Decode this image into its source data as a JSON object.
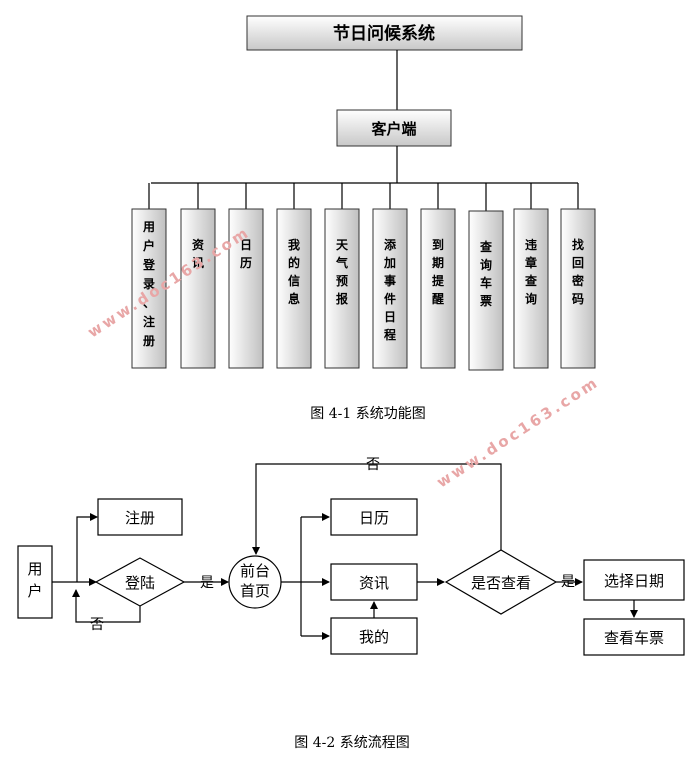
{
  "diagram1": {
    "root": "节日问候系统",
    "client": "客户端",
    "modules": [
      [
        "用",
        "户",
        "登",
        "录",
        "、",
        "注",
        "册"
      ],
      [
        "资",
        "讯"
      ],
      [
        "日",
        "历"
      ],
      [
        "我",
        "的",
        "信",
        "息"
      ],
      [
        "天",
        "气",
        "预",
        "报"
      ],
      [
        "添",
        "加",
        "事",
        "件",
        "日",
        "程"
      ],
      [
        "到",
        "期",
        "提",
        "醒"
      ],
      [
        "查",
        "询",
        "车",
        "票"
      ],
      [
        "违",
        "章",
        "查",
        "询"
      ],
      [
        "找",
        "回",
        "密",
        "码"
      ]
    ],
    "caption": "图 4-1  系统功能图"
  },
  "diagram2": {
    "user": [
      "用",
      "户"
    ],
    "register": "注册",
    "login": "登陆",
    "yes1": "是",
    "no1": "否",
    "home": [
      "前台",
      "首页"
    ],
    "calendar": "日历",
    "news": "资讯",
    "mine": "我的",
    "decision": "是否查看",
    "yes2": "是",
    "no2": "否",
    "select_date": "选择日期",
    "view_ticket": "查看车票",
    "caption": "图 4-2 系统流程图"
  },
  "watermark": "www.doc163.com",
  "colors": {
    "box_light": "#ffffff",
    "box_dark": "#c8c8c8",
    "watermark": "#e8a6a6"
  }
}
